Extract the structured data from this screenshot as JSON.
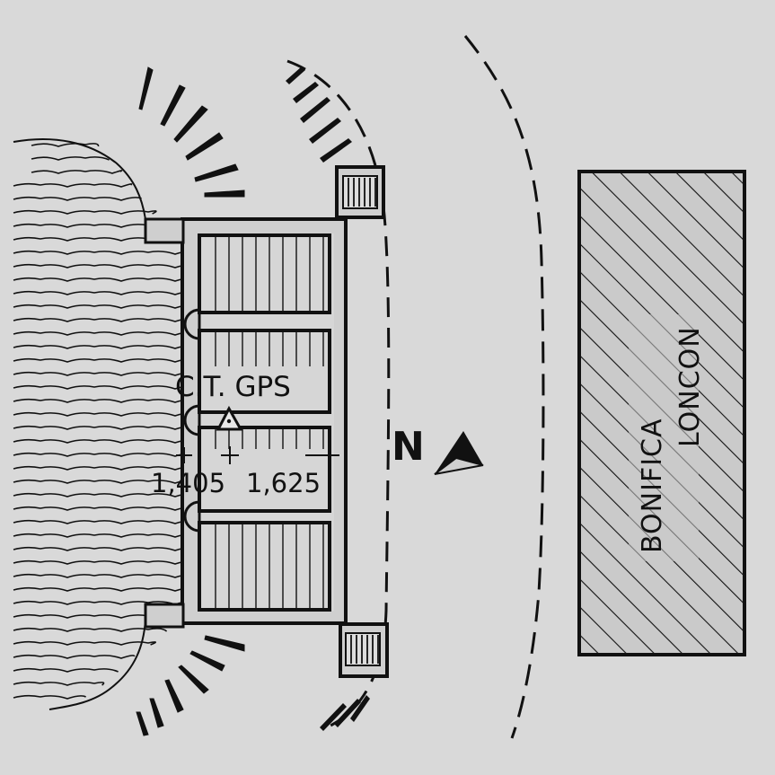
{
  "labels": {
    "station": "C.T. GPS",
    "elevation_left": "1,405",
    "elevation_right": "1,625",
    "north": "N",
    "building_line1": "BONIFICA",
    "building_line2": "LONCON"
  },
  "colors": {
    "background": "#d9d9d9",
    "ink": "#111111",
    "structure_fill": "#cfcfcf",
    "building_fill": "#cacaca"
  },
  "icons": {
    "benchmark": "triangle-benchmark-icon",
    "north_arrow": "north-arrow-icon"
  }
}
